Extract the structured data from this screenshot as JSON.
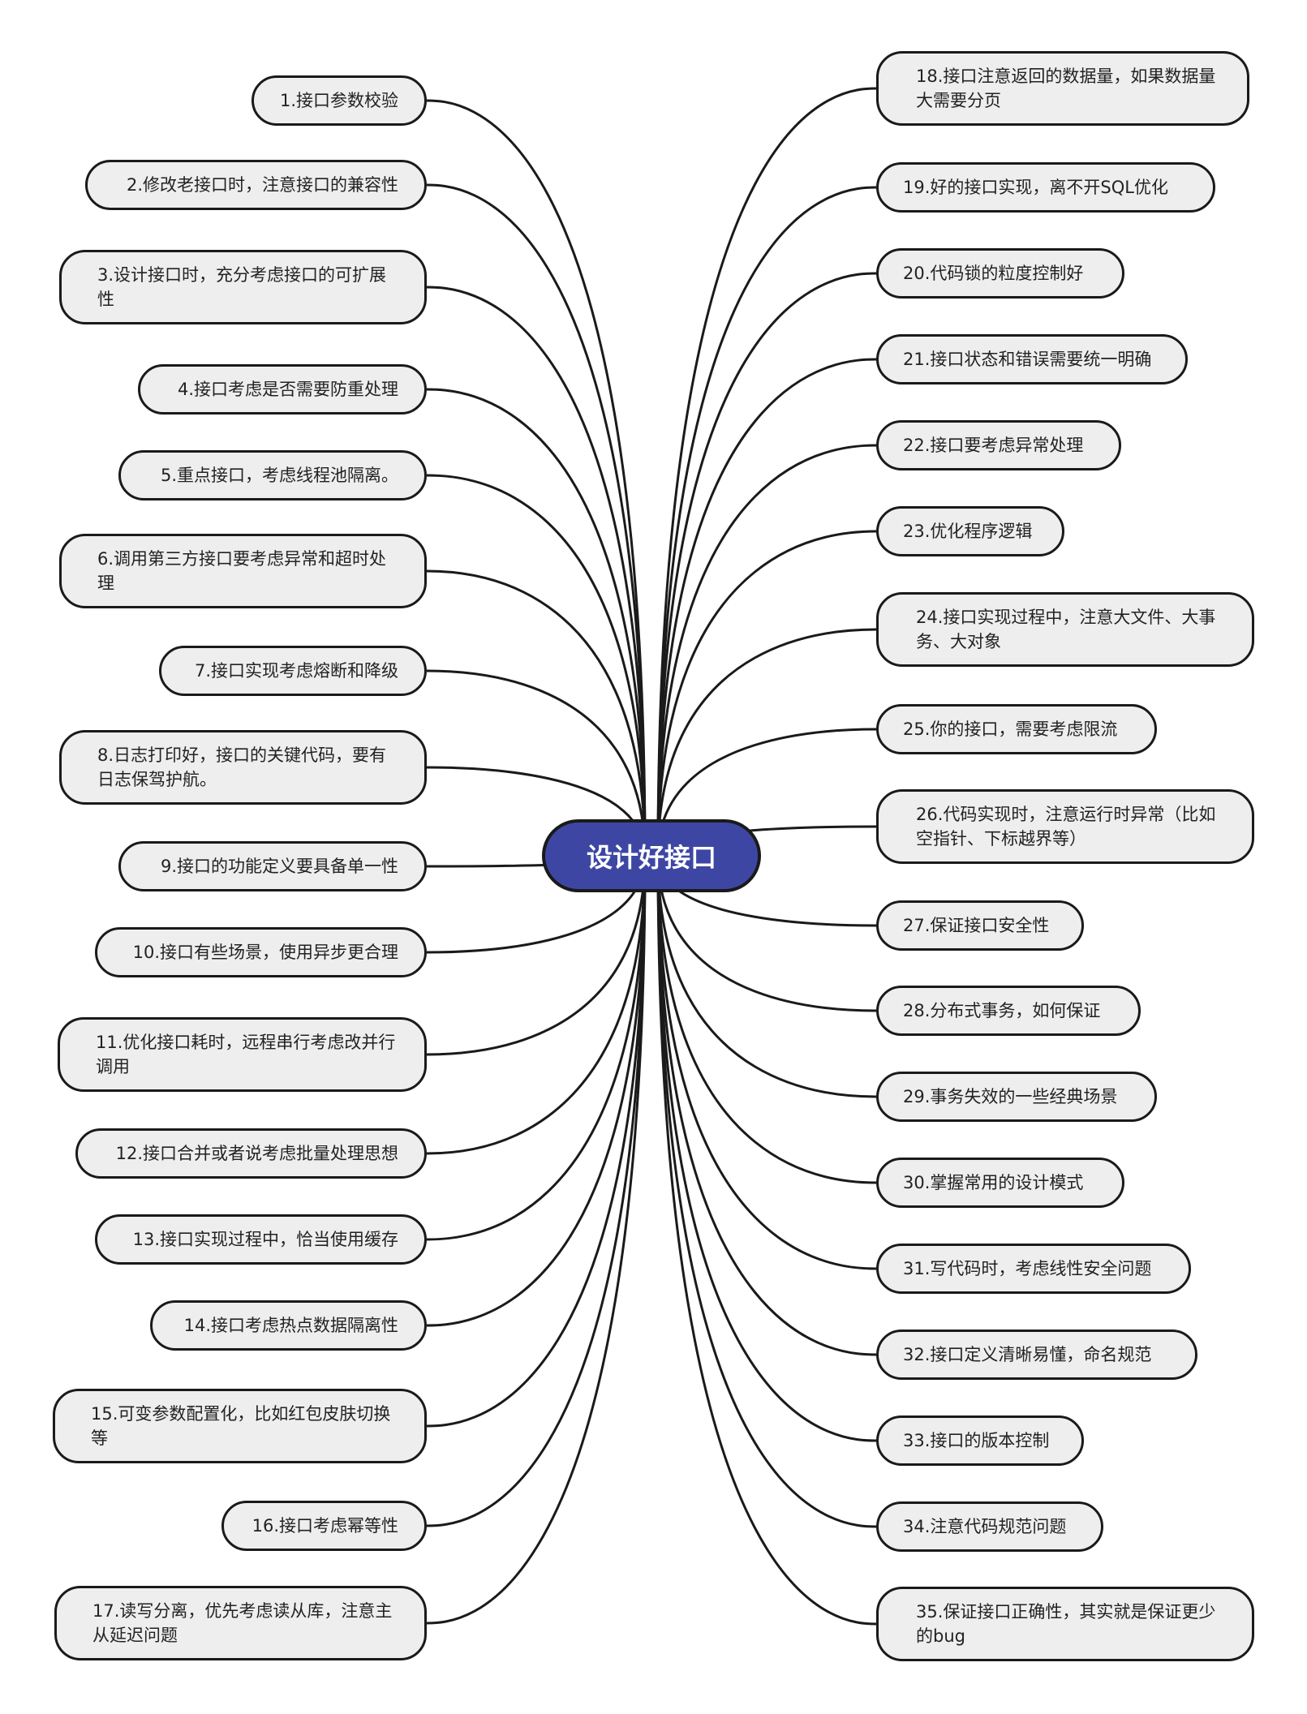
{
  "center": {
    "label": "设计好接口"
  },
  "colors": {
    "center_fill": "#3d47a3",
    "node_fill": "#eeeeee",
    "line": "#1a1a1a"
  },
  "left_topics": [
    "1.接口参数校验",
    "2.修改老接口时，注意接口的兼容性",
    "3.设计接口时，充分考虑接口的可扩展性",
    "4.接口考虑是否需要防重处理",
    "5.重点接口，考虑线程池隔离。",
    "6.调用第三方接口要考虑异常和超时处理",
    "7.接口实现考虑熔断和降级",
    "8.日志打印好，接口的关键代码，要有日志保驾护航。",
    "9.接口的功能定义要具备单一性",
    "10.接口有些场景，使用异步更合理",
    "11.优化接口耗时，远程串行考虑改并行调用",
    "12.接口合并或者说考虑批量处理思想",
    "13.接口实现过程中，恰当使用缓存",
    "14.接口考虑热点数据隔离性",
    "15.可变参数配置化，比如红包皮肤切换等",
    "16.接口考虑幂等性",
    "17.读写分离，优先考虑读从库，注意主从延迟问题"
  ],
  "right_topics": [
    "18.接口注意返回的数据量，如果数据量大需要分页",
    "19.好的接口实现，离不开SQL优化",
    "20.代码锁的粒度控制好",
    "21.接口状态和错误需要统一明确",
    "22.接口要考虑异常处理",
    "23.优化程序逻辑",
    "24.接口实现过程中，注意大文件、大事务、大对象",
    "25.你的接口，需要考虑限流",
    "26.代码实现时，注意运行时异常（比如空指针、下标越界等）",
    "27.保证接口安全性",
    "28.分布式事务，如何保证",
    "29.事务失效的一些经典场景",
    "30.掌握常用的设计模式",
    "31.写代码时，考虑线性安全问题",
    "32.接口定义清晰易懂，命名规范",
    "33.接口的版本控制",
    "34.注意代码规范问题",
    "35.保证接口正确性，其实就是保证更少的bug"
  ]
}
